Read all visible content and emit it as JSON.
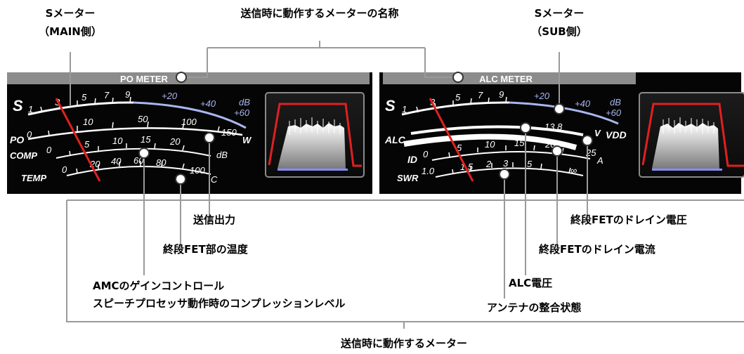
{
  "callouts": {
    "s_meter_main_line1": "Sメーター",
    "s_meter_main_line2": "（MAIN側）",
    "tx_meter_name": "送信時に動作するメーターの名称",
    "s_meter_sub_line1": "Sメーター",
    "s_meter_sub_line2": "（SUB側）",
    "tx_power": "送信出力",
    "final_fet_temp": "終段FET部の温度",
    "amc_gain_line1": "AMCのゲインコントロール",
    "amc_gain_line2": "スピーチプロセッサ動作時のコンプレッションレベル",
    "final_fet_vdd": "終段FETのドレイン電圧",
    "final_fet_id": "終段FETのドレイン電流",
    "alc_voltage": "ALC電圧",
    "antenna_match": "アンテナの整合状態",
    "tx_meters": "送信時に動作するメーター"
  },
  "left_meter": {
    "name": "PO METER",
    "s_label": "S",
    "s_scale": [
      "1",
      "3",
      "5",
      "7",
      "9"
    ],
    "s_plus_scale": [
      "+20",
      "+40"
    ],
    "db_label": "dB",
    "db_plus60": "+60",
    "po_label": "PO",
    "po_scale": [
      "0",
      "10",
      "50",
      "100",
      "150"
    ],
    "po_unit": "W",
    "comp_label": "COMP",
    "comp_scale": [
      "0",
      "5",
      "10",
      "15",
      "20"
    ],
    "comp_unit": "dB",
    "temp_label": "TEMP",
    "temp_scale": [
      "0",
      "20",
      "40",
      "60",
      "80",
      "100"
    ],
    "temp_unit": "C"
  },
  "right_meter": {
    "name": "ALC METER",
    "s_label": "S",
    "s_scale": [
      "1",
      "3",
      "5",
      "7",
      "9"
    ],
    "s_plus_scale": [
      "+20",
      "+40"
    ],
    "db_label": "dB",
    "db_plus60": "+60",
    "vdd_value": "13.8",
    "vdd_unit": "V",
    "vdd_label": "VDD",
    "alc_label": "ALC",
    "id_label": "ID",
    "id_scale": [
      "0",
      "5",
      "10",
      "15",
      "20",
      "25"
    ],
    "id_unit": "A",
    "swr_label": "SWR",
    "swr_scale": [
      "1.0",
      "1.5",
      "2",
      "3",
      "5",
      "∞"
    ]
  },
  "colors": {
    "panel": "#050505",
    "header_bar": "#8c8c8c",
    "needle": "#e02020",
    "plus_scale": "#a9b6ee",
    "scope_trace": "#e02020"
  }
}
